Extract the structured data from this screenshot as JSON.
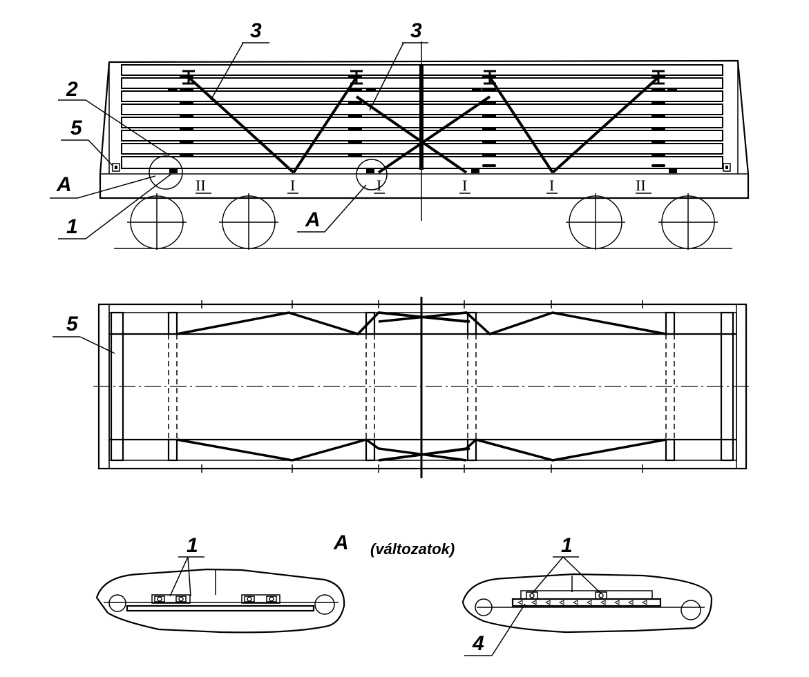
{
  "labels": {
    "n1": "1",
    "n2": "2",
    "n3": "3",
    "n4": "4",
    "n5": "5",
    "a": "A",
    "roman1": "I",
    "roman2": "II",
    "detail_title": "A",
    "detail_note": "(változatok)"
  }
}
